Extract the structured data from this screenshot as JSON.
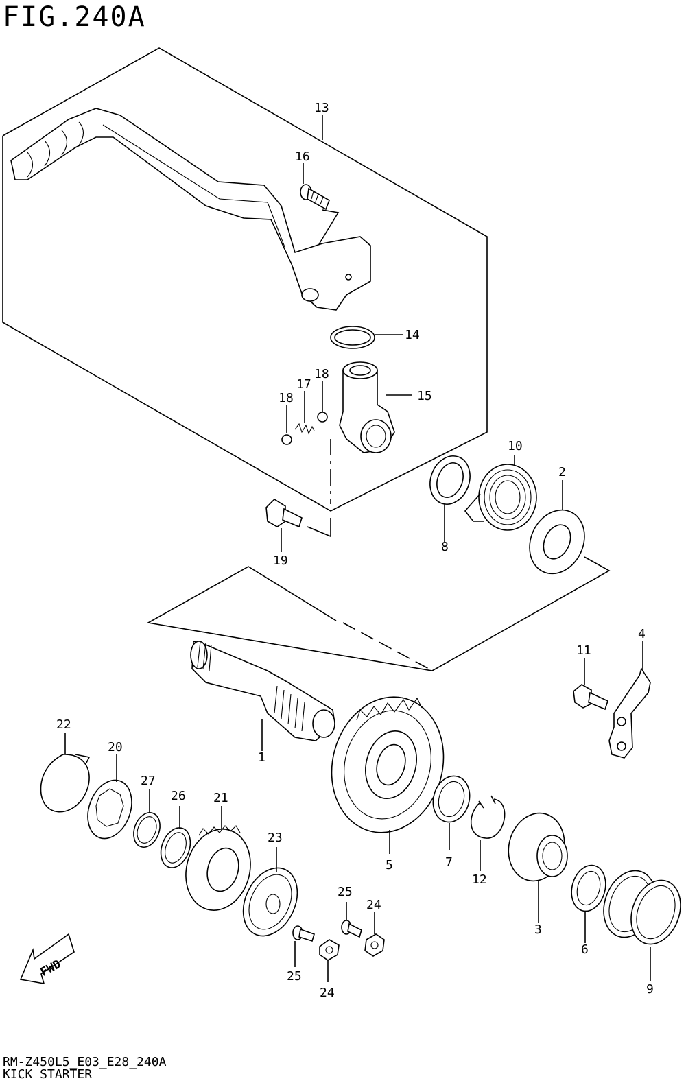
{
  "figure": {
    "title": "FIG.240A",
    "code": "RM-Z450L5_E03_E28_240A",
    "name": "KICK STARTER",
    "fwd_label": "FWD"
  },
  "callouts": {
    "c1": "1",
    "c2": "2",
    "c3": "3",
    "c4": "4",
    "c5": "5",
    "c6": "6",
    "c7": "7",
    "c8": "8",
    "c9": "9",
    "c10": "10",
    "c11": "11",
    "c12": "12",
    "c13": "13",
    "c14": "14",
    "c15": "15",
    "c16": "16",
    "c17": "17",
    "c18a": "18",
    "c18b": "18",
    "c19": "19",
    "c20": "20",
    "c21": "21",
    "c22": "22",
    "c23": "23",
    "c24a": "24",
    "c24b": "24",
    "c25a": "25",
    "c25b": "25",
    "c26": "26",
    "c27": "27"
  }
}
